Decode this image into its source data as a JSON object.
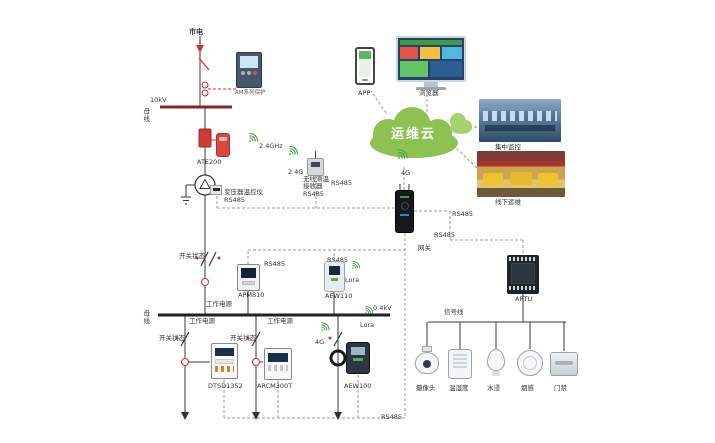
{
  "labels": {
    "mains": "市电",
    "kv10": "10kV",
    "kv04": "0.4kV",
    "busbar": "母线",
    "relay": "AM系列保护",
    "ate200": "ATE200",
    "ghz24": "2.4GHz",
    "g24": "2.4G",
    "rx1": "无线测温",
    "rx2": "接收器",
    "rs485": "RS485",
    "txctrl": "变压器温控仪",
    "cloud": "运维云",
    "app": "APP",
    "browser": "浏览器",
    "central": "集中监控",
    "offline": "线下运维",
    "g4": "4G",
    "gateway": "网关",
    "switch": "开关状态",
    "apm810": "APM810",
    "aew110": "AEW110",
    "lora": "Lora",
    "power": "工作电源",
    "dtsd": "DTSD1352",
    "arcm": "ARCM300T",
    "aew100": "AEW100",
    "artu": "ARTU",
    "signal": "信号线",
    "camera": "摄像头",
    "temph": "温湿度",
    "water": "水浸",
    "smoke": "烟感",
    "door": "门禁"
  },
  "colors": {
    "line": "#3a3a3a",
    "busbar_hv": "#8b2323",
    "busbar_lv": "#222222",
    "red_accent": "#cc3333",
    "wireless_green": "#4caf50",
    "cloud_green": "#8dc152"
  }
}
